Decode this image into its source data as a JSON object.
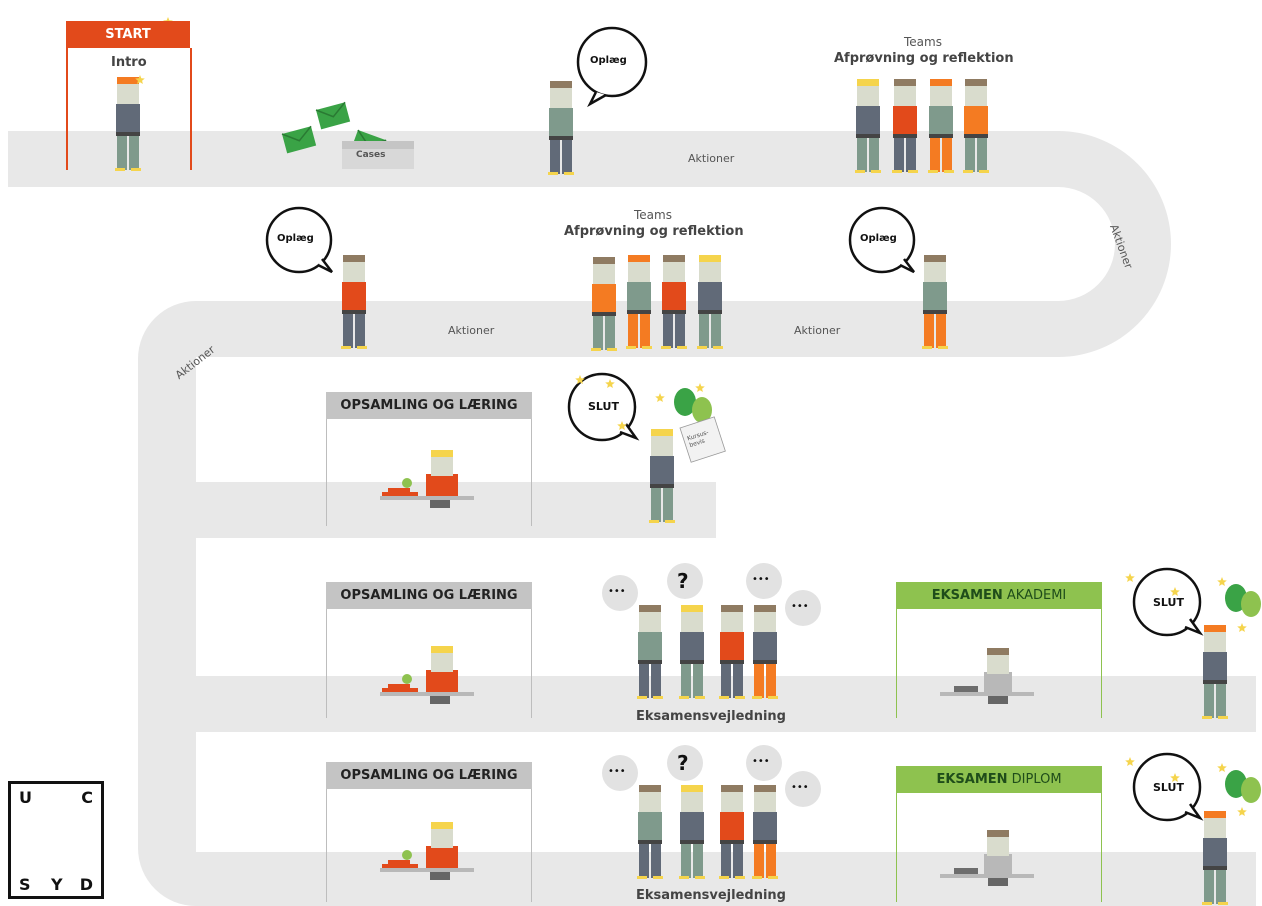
{
  "start": {
    "label": "START",
    "intro": "Intro"
  },
  "road_labels": {
    "aktioner_top": "Aktioner",
    "aktioner_right": "Aktioner",
    "aktioner_mid_left": "Aktioner",
    "aktioner_mid_right": "Aktioner",
    "aktioner_left_curve": "Aktioner"
  },
  "cases_label": "Cases",
  "bubbles": {
    "oplaeg_1": "Oplæg",
    "oplaeg_2": "Oplæg",
    "oplaeg_3": "Oplæg",
    "slut_1": "SLUT",
    "slut_2": "SLUT",
    "slut_3": "SLUT",
    "question": "?",
    "dots": "•••"
  },
  "teams": {
    "top": {
      "line1": "Teams",
      "line2": "Afprøvning og reflektion"
    },
    "middle": {
      "line1": "Teams",
      "line2": "Afprøvning og reflektion"
    }
  },
  "opsamling": {
    "title_1": "OPSAMLING OG LÆRING",
    "title_2": "OPSAMLING OG LÆRING",
    "title_3": "OPSAMLING OG LÆRING"
  },
  "kursusbevis": "Kursus-\nbevis",
  "eksamensvejledning_1": "Eksamensvejledning",
  "eksamensvejledning_2": "Eksamensvejledning",
  "eksamen_akademi": {
    "bold": "EKSAMEN",
    "rest": " AKADEMI"
  },
  "eksamen_diplom": {
    "bold": "EKSAMEN",
    "rest": " DIPLOM"
  },
  "logo": {
    "u": "U",
    "c": "C",
    "s": "S",
    "y": "Y",
    "d": "D"
  },
  "colors": {
    "road": "#e8e8e8",
    "orange": "#e24a1b",
    "light_orange": "#f47b22",
    "green": "#8ec24f",
    "envelope_green": "#3aa346",
    "gray_shirt": "#616a78",
    "teal_shirt": "#7f9a8c",
    "skin": "#d9dccd",
    "hair_blond": "#f5d44c"
  }
}
